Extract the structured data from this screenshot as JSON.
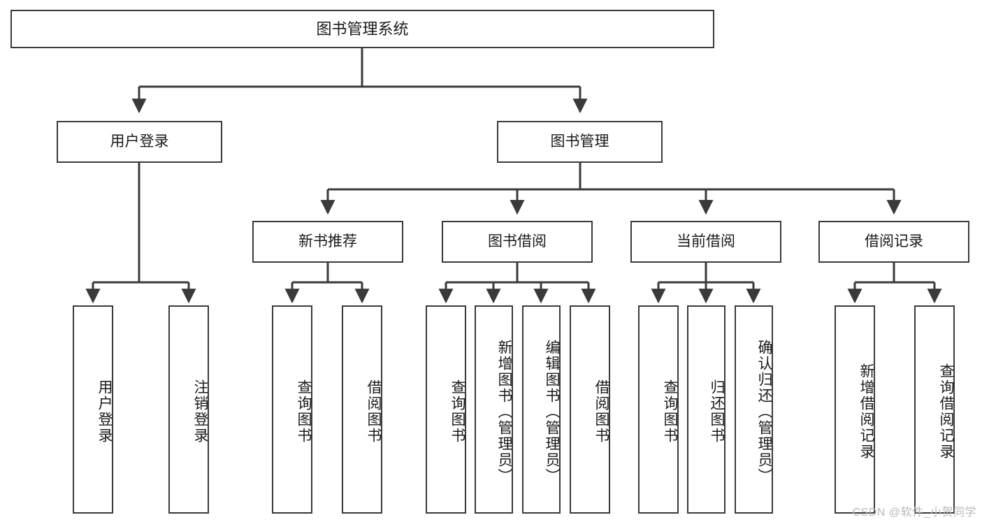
{
  "diagram": {
    "title": "图书管理系统",
    "type": "tree-hierarchy-diagram",
    "levels": 4
  },
  "root": {
    "label": "图书管理系统"
  },
  "level2": [
    {
      "label": "用户登录"
    },
    {
      "label": "图书管理"
    }
  ],
  "level3": [
    {
      "label": "新书推荐"
    },
    {
      "label": "图书借阅"
    },
    {
      "label": "当前借阅"
    },
    {
      "label": "借阅记录"
    }
  ],
  "leaves": {
    "user_login": [
      {
        "label": "用户登录"
      },
      {
        "label": "注销登录"
      }
    ],
    "new_book_recommend": [
      {
        "label": "查询图书"
      },
      {
        "label": "借阅图书"
      }
    ],
    "book_borrow": [
      {
        "label": "查询图书"
      },
      {
        "label": "新增图书（管理员）"
      },
      {
        "label": "编辑图书（管理员）"
      },
      {
        "label": "借阅图书"
      }
    ],
    "current_borrow": [
      {
        "label": "查询图书"
      },
      {
        "label": "归还图书"
      },
      {
        "label": "确认归还（管理员）"
      }
    ],
    "borrow_record": [
      {
        "label": "新增借阅记录"
      },
      {
        "label": "查询借阅记录"
      }
    ]
  },
  "watermark": {
    "text": "CSDN @软件_小贺同学"
  },
  "colors": {
    "stroke": "#3a3a3a",
    "text": "#1a1a1a",
    "background": "#ffffff",
    "watermark": "#b9b9b9"
  }
}
